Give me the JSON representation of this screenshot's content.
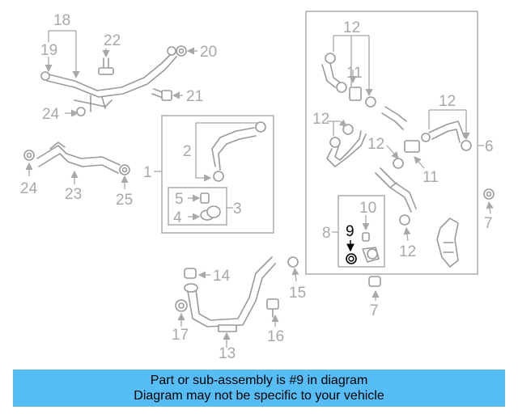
{
  "diagram": {
    "highlight_callout": "9",
    "callouts": {
      "c1": "1",
      "c2": "2",
      "c3": "3",
      "c4": "4",
      "c5": "5",
      "c6": "6",
      "c7a": "7",
      "c7b": "7",
      "c8": "8",
      "c9": "9",
      "c10": "10",
      "c11a": "11",
      "c11b": "11",
      "c12a": "12",
      "c12b": "12",
      "c12c": "12",
      "c12d": "12",
      "c12e": "12",
      "c13": "13",
      "c14": "14",
      "c15": "15",
      "c16": "16",
      "c17": "17",
      "c18": "18",
      "c19": "19",
      "c20": "20",
      "c21": "21",
      "c22": "22",
      "c23": "23",
      "c24a": "24",
      "c24b": "24",
      "c25": "25"
    },
    "colors": {
      "parts": "#9a9a9a",
      "highlight": "#000000"
    }
  },
  "banner": {
    "line1": "Part or sub-assembly is #9 in diagram",
    "line2": "Diagram may not be specific to your vehicle",
    "background": "#57bdf6"
  }
}
